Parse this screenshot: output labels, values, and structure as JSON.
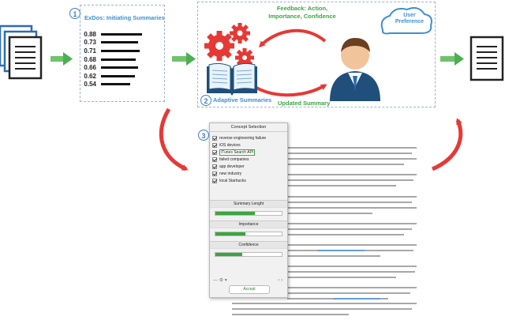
{
  "steps": [
    "1",
    "2",
    "3"
  ],
  "exdos": {
    "title": "ExDos: Initiating Summaries",
    "scores": [
      {
        "value": "0.88",
        "bar": 1.0
      },
      {
        "value": "0.73",
        "bar": 0.9
      },
      {
        "value": "0.71",
        "bar": 0.95
      },
      {
        "value": "0.68",
        "bar": 0.85
      },
      {
        "value": "0.66",
        "bar": 0.9
      },
      {
        "value": "0.62",
        "bar": 0.82
      },
      {
        "value": "0.54",
        "bar": 0.72
      }
    ]
  },
  "adaptive": {
    "feedback_label": "Feedback: Action,\nImportance, Confidence",
    "user_preference": "User\nPreference",
    "adaptive_summaries": "Adaptive Summaries",
    "updated_summary": "Updated Summary"
  },
  "panel": {
    "title": "Concept Selection",
    "concepts": [
      {
        "label": "reverse engineering failure",
        "checked": true,
        "highlight": false
      },
      {
        "label": "iOS devices",
        "checked": true,
        "highlight": false
      },
      {
        "label": "iTunes Search API",
        "checked": true,
        "highlight": true
      },
      {
        "label": "failed companies",
        "checked": true,
        "highlight": false
      },
      {
        "label": "app developer",
        "checked": true,
        "highlight": false
      },
      {
        "label": "new industry",
        "checked": true,
        "highlight": false
      },
      {
        "label": "local Starbucks",
        "checked": true,
        "highlight": false
      }
    ],
    "sliders": [
      {
        "label": "Summary Lenght",
        "value": 0.6
      },
      {
        "label": "Importance",
        "value": 0.45
      },
      {
        "label": "Confidence",
        "value": 0.4
      }
    ],
    "accept": "Accept"
  },
  "colors": {
    "blue": "#3d8fd1",
    "green": "#3aa63f",
    "red": "#e53935"
  }
}
